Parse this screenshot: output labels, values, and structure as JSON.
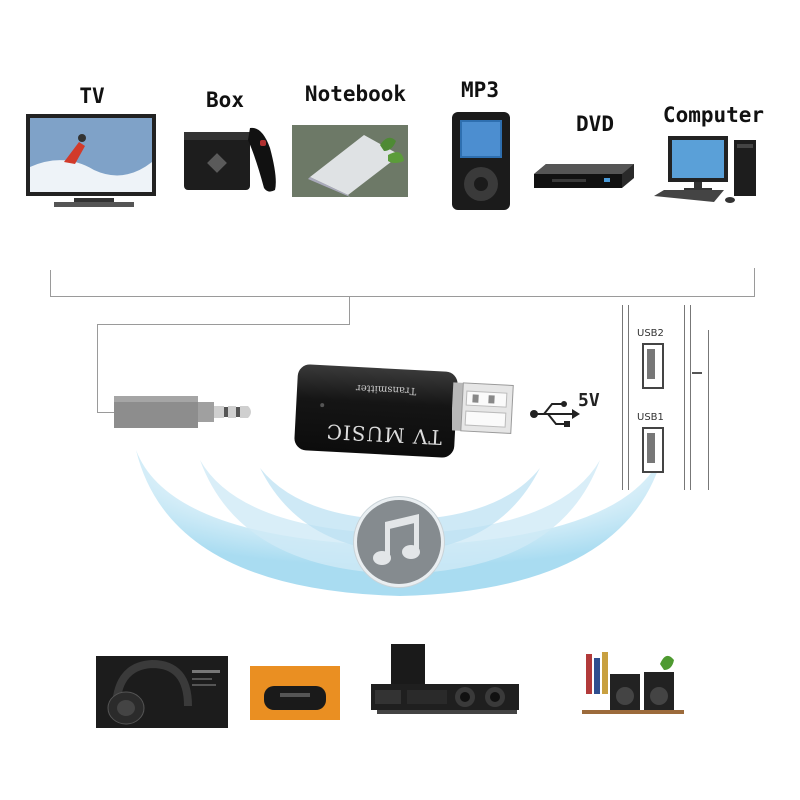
{
  "devices": [
    {
      "id": "tv",
      "label": "TV"
    },
    {
      "id": "box",
      "label": "Box"
    },
    {
      "id": "notebook",
      "label": "Notebook"
    },
    {
      "id": "mp3",
      "label": "MP3"
    },
    {
      "id": "dvd",
      "label": "DVD"
    },
    {
      "id": "computer",
      "label": "Computer"
    }
  ],
  "dongle": {
    "line1": "TV MUSIC",
    "line2": "Transmitter"
  },
  "usb": {
    "power": "5V",
    "port1": "USB2",
    "port2": "USB1"
  },
  "colors": {
    "line": "#9a9a9a",
    "wave": "#bfe4f3",
    "dongle": "#151515",
    "music_badge": "#858b8f"
  },
  "icons": [
    "music-note-icon",
    "usb-symbol-icon"
  ]
}
